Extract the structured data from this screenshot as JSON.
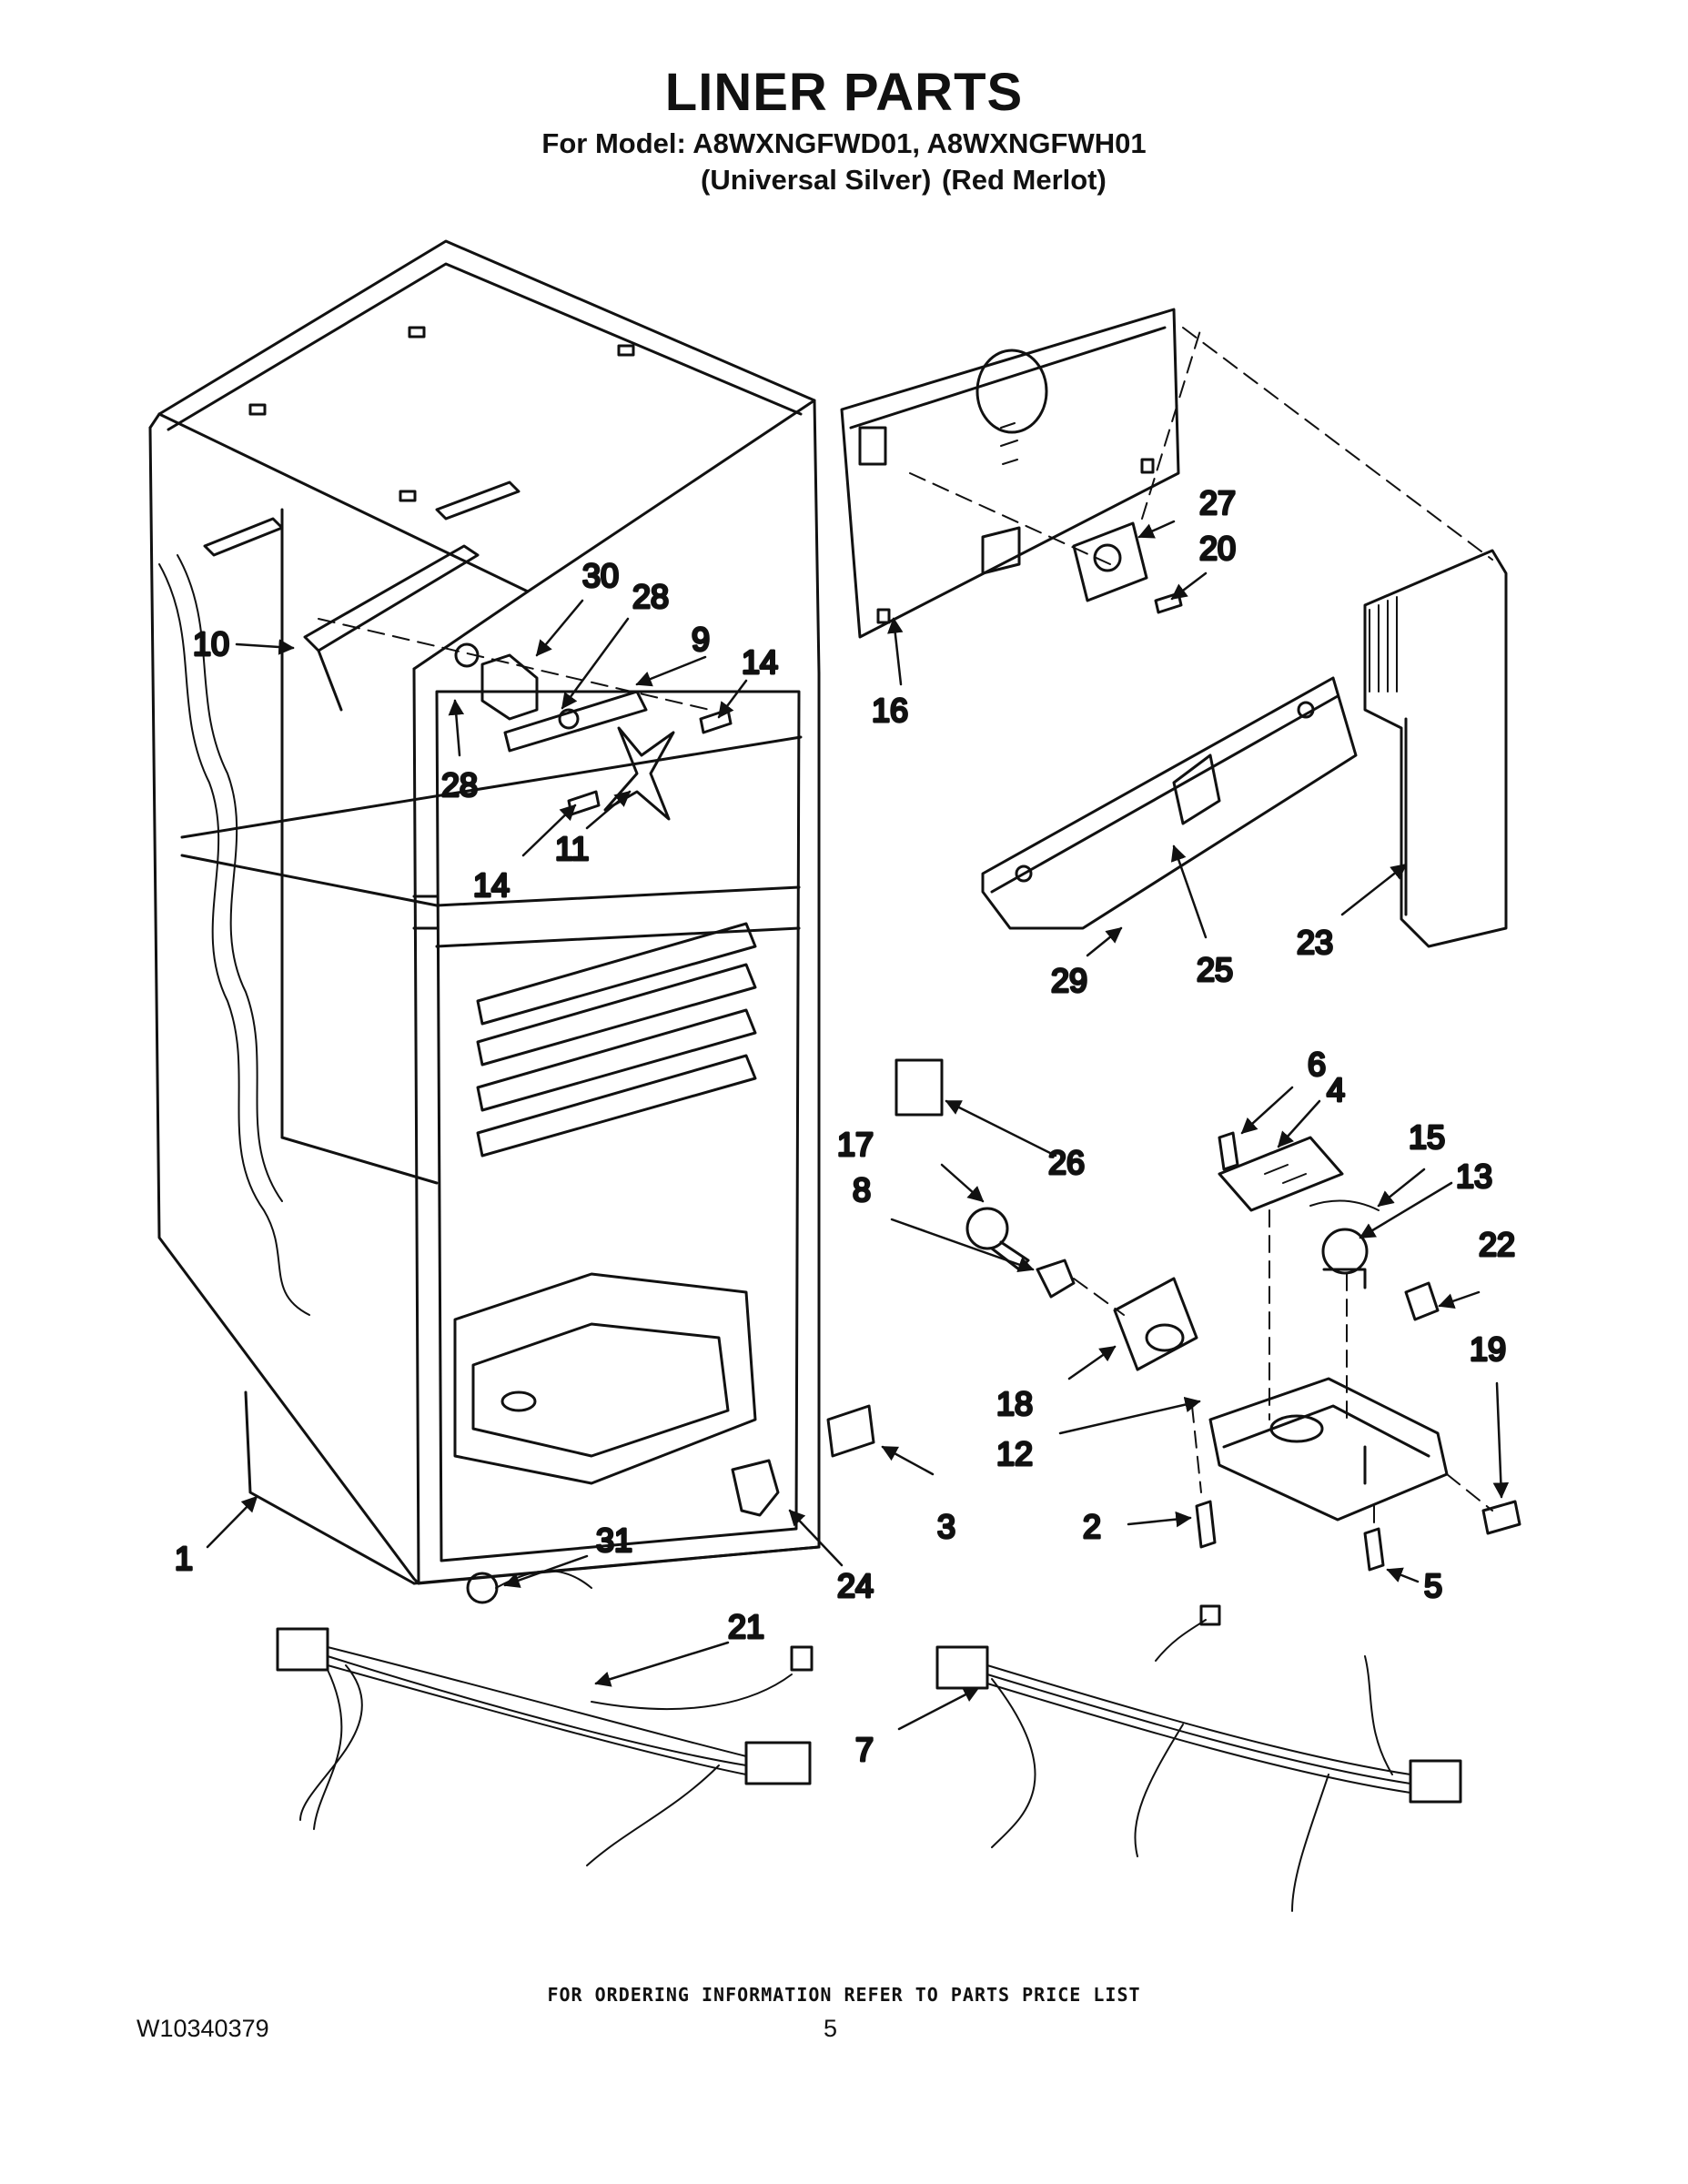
{
  "header": {
    "title": "LINER PARTS",
    "model_line": "For Model: A8WXNGFWD01, A8WXNGFWH01",
    "variant_1": "(Universal Silver)",
    "variant_2": "(Red Merlot)"
  },
  "callouts": [
    {
      "id": "part-1",
      "number": "1"
    },
    {
      "id": "part-2",
      "number": "2"
    },
    {
      "id": "part-3",
      "number": "3"
    },
    {
      "id": "part-4",
      "number": "4"
    },
    {
      "id": "part-5",
      "number": "5"
    },
    {
      "id": "part-6",
      "number": "6"
    },
    {
      "id": "part-7",
      "number": "7"
    },
    {
      "id": "part-8",
      "number": "8"
    },
    {
      "id": "part-9",
      "number": "9"
    },
    {
      "id": "part-10",
      "number": "10"
    },
    {
      "id": "part-11",
      "number": "11"
    },
    {
      "id": "part-12",
      "number": "12"
    },
    {
      "id": "part-13",
      "number": "13"
    },
    {
      "id": "part-14a",
      "number": "14"
    },
    {
      "id": "part-14b",
      "number": "14"
    },
    {
      "id": "part-15",
      "number": "15"
    },
    {
      "id": "part-16",
      "number": "16"
    },
    {
      "id": "part-17",
      "number": "17"
    },
    {
      "id": "part-18",
      "number": "18"
    },
    {
      "id": "part-19",
      "number": "19"
    },
    {
      "id": "part-20",
      "number": "20"
    },
    {
      "id": "part-21",
      "number": "21"
    },
    {
      "id": "part-22",
      "number": "22"
    },
    {
      "id": "part-23",
      "number": "23"
    },
    {
      "id": "part-24",
      "number": "24"
    },
    {
      "id": "part-25",
      "number": "25"
    },
    {
      "id": "part-26",
      "number": "26"
    },
    {
      "id": "part-27",
      "number": "27"
    },
    {
      "id": "part-28a",
      "number": "28"
    },
    {
      "id": "part-28b",
      "number": "28"
    },
    {
      "id": "part-29",
      "number": "29"
    },
    {
      "id": "part-30",
      "number": "30"
    },
    {
      "id": "part-31",
      "number": "31"
    }
  ],
  "footer": {
    "ordering_note": "FOR ORDERING INFORMATION REFER TO PARTS PRICE LIST",
    "document_number": "W10340379",
    "page_number": "5"
  }
}
